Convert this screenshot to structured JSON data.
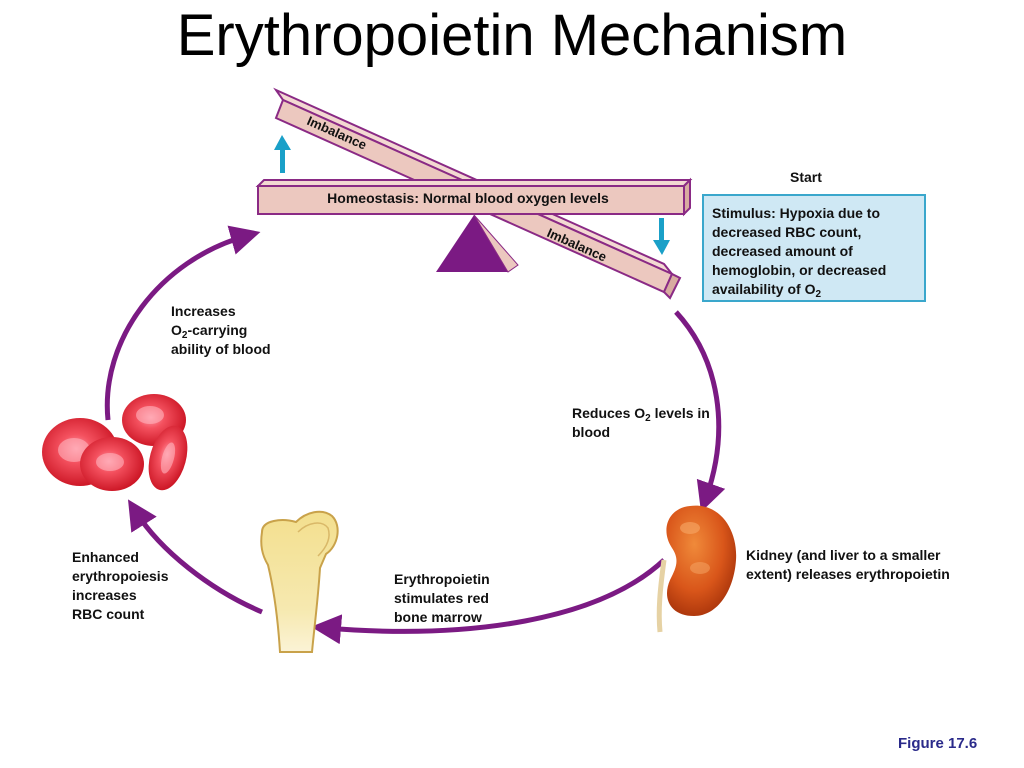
{
  "title": "Erythropoietin Mechanism",
  "figure_label": "Figure 17.6",
  "colors": {
    "arrow_purple": "#7b1a83",
    "seesaw_fill": "#ecc8bf",
    "seesaw_stroke": "#8a2a85",
    "fulcrum": "#7b1a83",
    "indicator_arrow": "#1aa0c8",
    "stimulus_box_fill": "#cfe8f4",
    "stimulus_box_border": "#3aa7cc",
    "figure_label": "#2a2a8a"
  },
  "seesaw": {
    "homeostasis_label": "Homeostasis: Normal blood oxygen levels",
    "imbalance_top_label": "Imbalance",
    "imbalance_bottom_label": "Imbalance",
    "up_arrow_icon": "arrow-up",
    "down_arrow_icon": "arrow-down"
  },
  "stimulus": {
    "start_label": "Start",
    "text_main": "Stimulus: Hypoxia due to decreased RBC count, decreased amount of hemoglobin, or decreased availability of O",
    "text_sub": "2"
  },
  "steps": {
    "reduces": {
      "pre": "Reduces O",
      "sub": "2",
      "post": " levels in blood"
    },
    "kidney": {
      "text": "Kidney (and liver to a smaller extent) releases erythropoietin"
    },
    "bone": {
      "line1": "Erythropoietin",
      "line2": "stimulates red",
      "line3": "bone marrow"
    },
    "enhanced": {
      "line1": "Enhanced",
      "line2": "erythropoiesis",
      "line3": "increases",
      "line4": "RBC count"
    },
    "increases": {
      "line1": "Increases",
      "line2_pre": "O",
      "line2_sub": "2",
      "line2_post": "-carrying",
      "line3": "ability of blood"
    }
  },
  "illustrations": {
    "kidney": "kidney-illustration",
    "bone": "femur-bone-illustration",
    "rbc": "red-blood-cells-illustration"
  }
}
